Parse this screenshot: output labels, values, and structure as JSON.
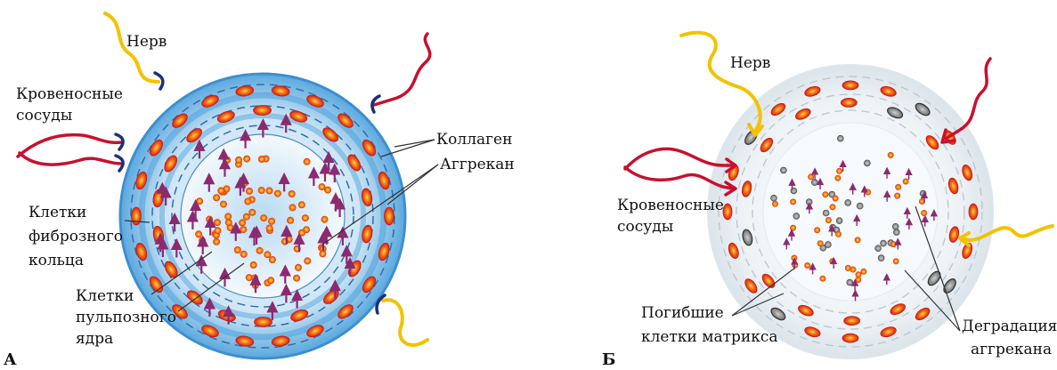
{
  "panel_a": {
    "letter": "А",
    "labels": {
      "nerve": "Нерв",
      "vessels_1": "Кровеносные",
      "vessels_2": "сосуды",
      "collagen": "Коллаген",
      "aggrecan": "Аггрекан",
      "annulus_1": "Клетки",
      "annulus_2": "фиброзного",
      "annulus_3": "кольца",
      "nucleus_1": "Клетки",
      "nucleus_2": "пульпозного",
      "nucleus_3": "ядра"
    }
  },
  "panel_b": {
    "letter": "Б",
    "labels": {
      "nerve": "Нерв",
      "vessels_1": "Кровеносные",
      "vessels_2": "сосуды",
      "dead_1": "Погибшие",
      "dead_2": "клетки  матрикса",
      "degr_1": "Деградация",
      "degr_2": "аггрекана"
    }
  },
  "colors": {
    "disc_blue": "#4fa3dc",
    "disc_light": "#d8ecf8",
    "vessel_red": "#c8102e",
    "nerve_yellow": "#f2c200",
    "nerve_end_navy": "#1c2f7a",
    "cell_orange": "#f07a12",
    "aggrecan_purple": "#8b2a6f",
    "dead_cell_gray": "#8a8a8a"
  }
}
